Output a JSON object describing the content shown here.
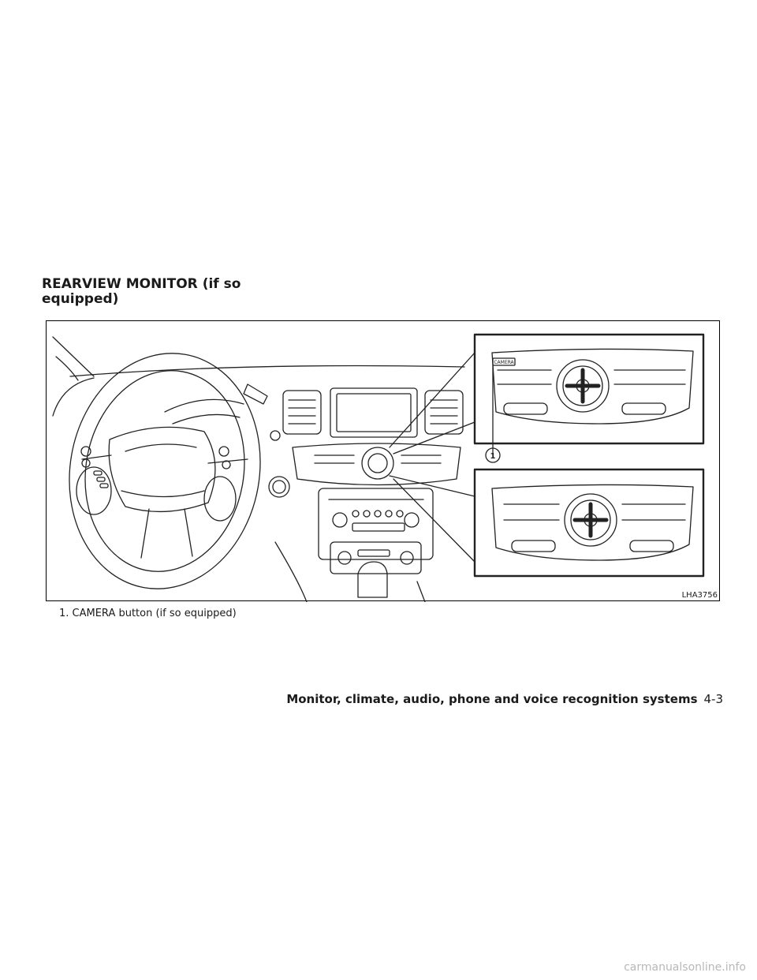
{
  "section": {
    "title": "REARVIEW MONITOR (if so equipped)"
  },
  "figure": {
    "id": "LHA3756",
    "callout_number": "1",
    "button_label": "CAMERA"
  },
  "caption": {
    "item": "1.  CAMERA button (if so equipped)"
  },
  "footer": {
    "section": "Monitor, climate, audio, phone and voice recognition systems",
    "page": "4-3"
  },
  "watermark": "carmanualsonline.info"
}
